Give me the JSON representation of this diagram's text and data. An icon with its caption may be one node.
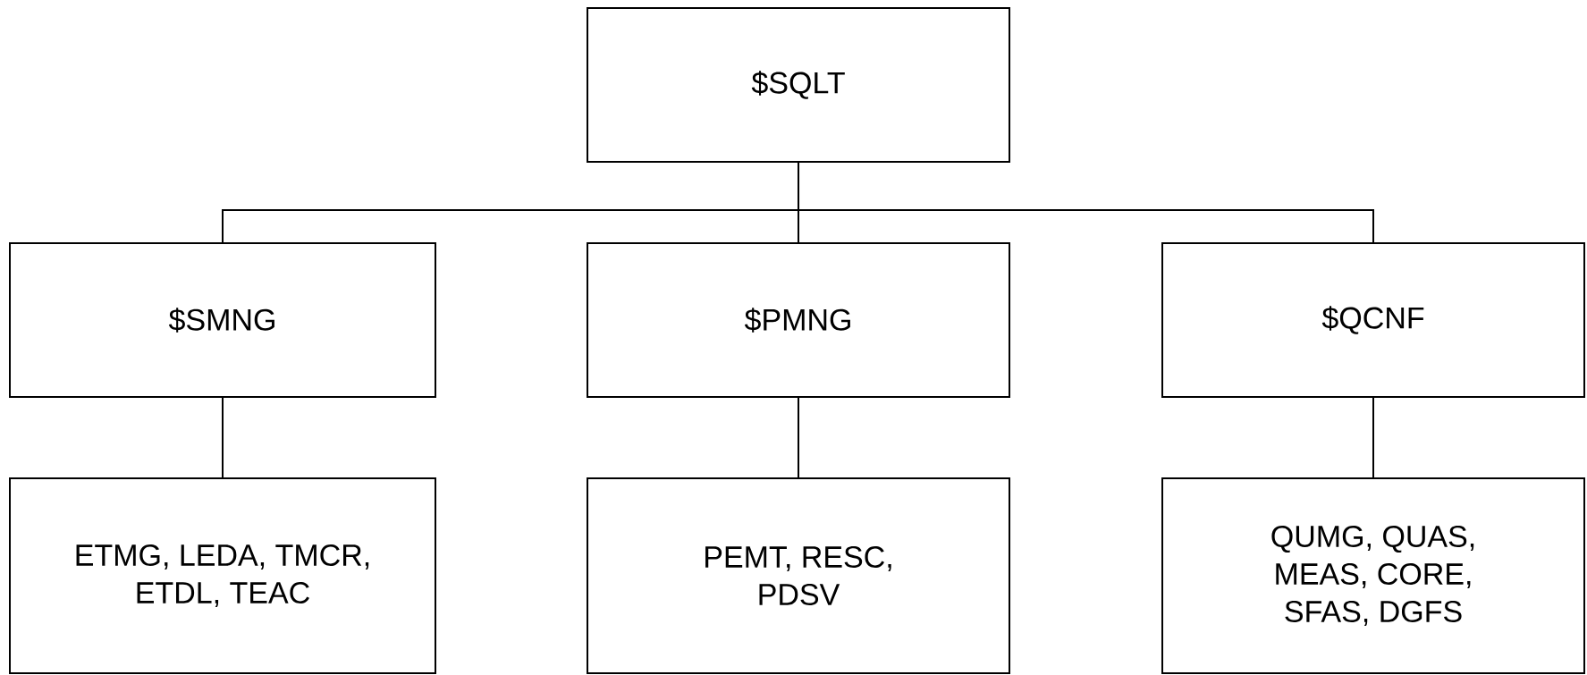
{
  "diagram": {
    "nodes": [
      {
        "text": [
          "$SQLT"
        ]
      },
      {
        "text": [
          "$SMNG"
        ]
      },
      {
        "text": [
          "$PMNG"
        ]
      },
      {
        "text": [
          "$QCNF"
        ]
      },
      {
        "text": [
          "ETMG, LEDA, TMCR, ETDL, TEAC"
        ]
      },
      {
        "text": [
          "PEMT, RESC, PDSV"
        ]
      },
      {
        "text": [
          "QUMG, QUAS, MEAS, CORE, SFAS, DGFS"
        ]
      }
    ],
    "edges": [
      {
        "from": 0,
        "to": 1,
        "arrow": "none"
      },
      {
        "from": 0,
        "to": 2,
        "arrow": "none"
      },
      {
        "from": 0,
        "to": 3,
        "arrow": "none"
      },
      {
        "from": 1,
        "to": 4,
        "arrow": "none"
      },
      {
        "from": 2,
        "to": 5,
        "arrow": "none"
      },
      {
        "from": 3,
        "to": 6,
        "arrow": "none"
      }
    ]
  }
}
